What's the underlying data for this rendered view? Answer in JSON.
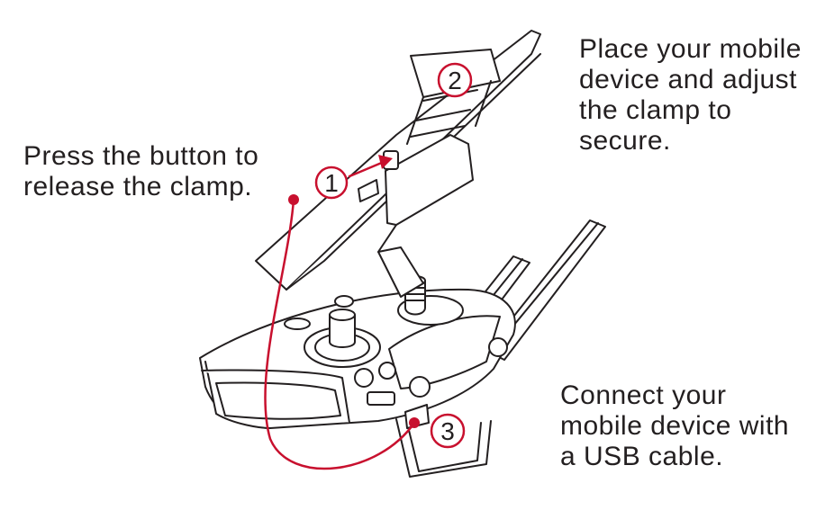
{
  "captions": {
    "press": "Press the button to\nrelease the clamp.",
    "place": "Place your mobile\ndevice and adjust\nthe clamp to\nsecure.",
    "connect": "Connect your\nmobile device with\na USB cable."
  },
  "callouts": {
    "one": "1",
    "two": "2",
    "three": "3"
  },
  "colors": {
    "accent": "#c8102e",
    "line": "#231f20"
  }
}
